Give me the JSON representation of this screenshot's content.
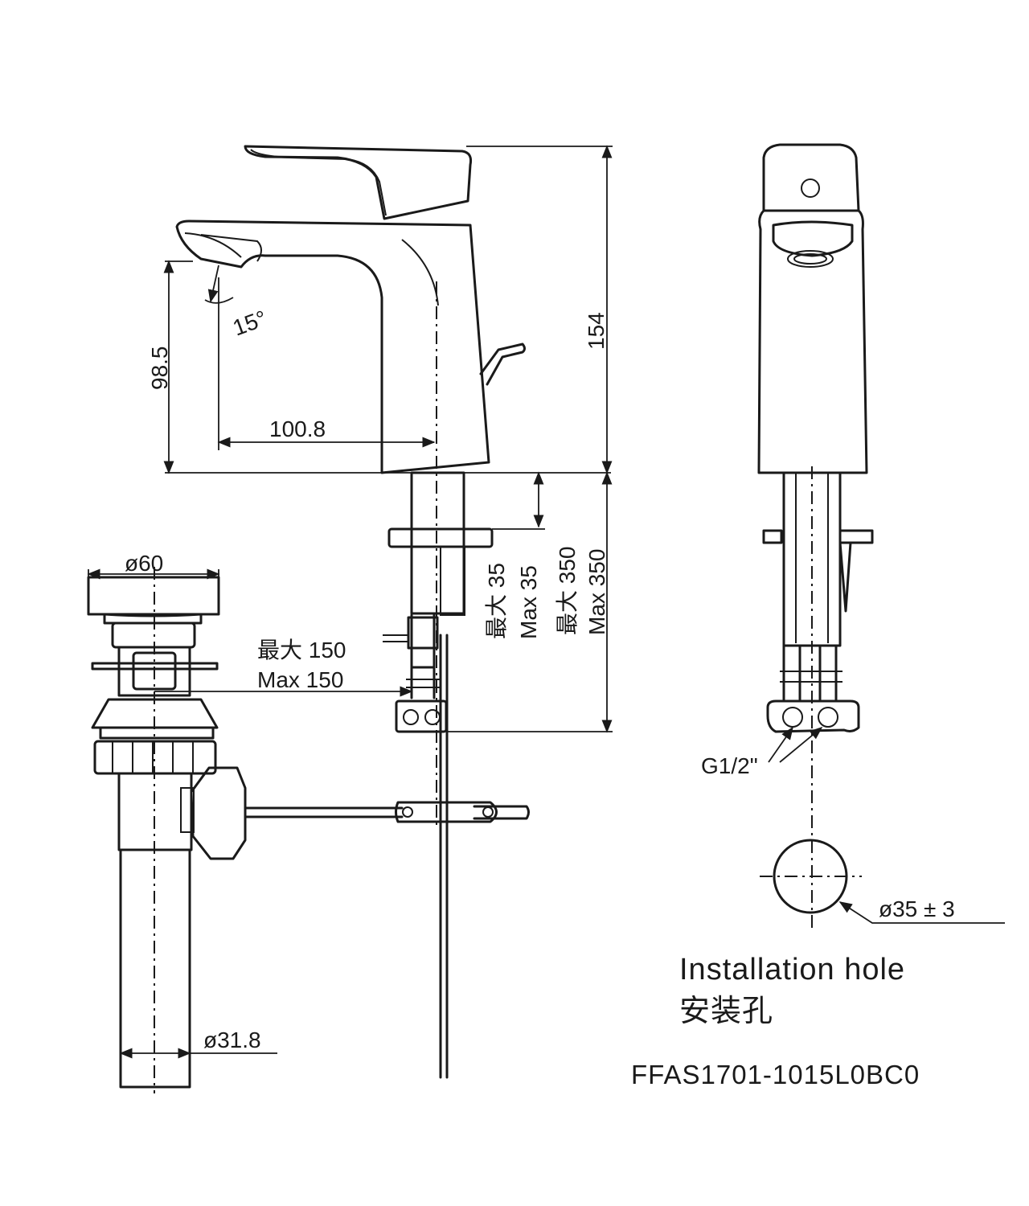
{
  "dimensions": {
    "spout_height": "98.5",
    "spout_reach": "100.8",
    "angle": "15°",
    "total_height": "154",
    "max35_cn": "最大 35",
    "max35_en": "Max 35",
    "max350_cn": "最大 350",
    "max350_en": "Max 350",
    "max150_cn": "最大 150",
    "max150_en": "Max 150",
    "drain_dia": "ø60",
    "pipe_dia": "ø31.8",
    "thread": "G1/2\"",
    "hole_dia": "ø35 ± 3"
  },
  "labels": {
    "install_en": "Installation hole",
    "install_cn": "安装孔",
    "model": "FFAS1701-1015L0BC0"
  }
}
